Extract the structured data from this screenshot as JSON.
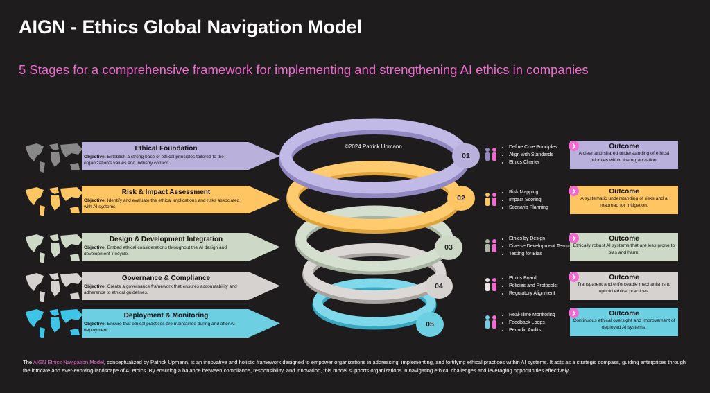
{
  "header": {
    "title": "AIGN - Ethics Global Navigation Model",
    "subtitle": "5 Stages for a comprehensive framework for implementing and strengthening AI ethics in companies"
  },
  "copyright": "©2024 Patrick Upmann",
  "colors": {
    "background": "#1e1c1d",
    "accent": "#f06bd0",
    "stage1": "#b9b1dc",
    "stage2": "#ffc562",
    "stage3": "#cdd8c7",
    "stage4": "#d6d2cf",
    "stage5": "#6ccfe2"
  },
  "stages": [
    {
      "number": "01",
      "title": "Ethical Foundation",
      "objective_label": "Objective:",
      "objective": "Establish a strong base of ethical principles tailored to the organization's values and industry context.",
      "bullets": [
        "Define Core Principles",
        "Align with Standards",
        "Ethics Charter"
      ],
      "outcome_title": "Outcome",
      "outcome_text": "A clear and shared understanding of ethical priorities within the organization.",
      "icon": "people-icon"
    },
    {
      "number": "02",
      "title": "Risk & Impact Assessment",
      "objective_label": "Objective:",
      "objective": "Identify and evaluate the ethical implications and risks associated with AI systems.",
      "bullets": [
        "Risk Mapping",
        "Impact Scoring",
        "Scenario Planning"
      ],
      "outcome_title": "Outcome",
      "outcome_text": "A systematic understanding of risks and a roadmap for mitigation.",
      "icon": "people-icon"
    },
    {
      "number": "03",
      "title": "Design &  Development Integration",
      "objective_label": "Objective:",
      "objective": "Embed ethical considerations throughout the AI design and development lifecycle.",
      "bullets": [
        "Ethics by Design",
        "Diverse Development Teams",
        "Testing for Bias"
      ],
      "outcome_title": "Outcome",
      "outcome_text": "Ethically robust AI systems that are less prone to bias and harm.",
      "icon": "people-icon"
    },
    {
      "number": "04",
      "title": "Governance & Compliance",
      "objective_label": "Objective:",
      "objective": "Create a governance framework that ensures accountability and adherence to ethical guidelines.",
      "bullets": [
        "Ethics Board",
        "Policies and Protocols:",
        "Regulatory Alignment"
      ],
      "outcome_title": "Outcome",
      "outcome_text": "Transparent and enforceable mechanisms to uphold ethical practices.",
      "icon": "people-icon"
    },
    {
      "number": "05",
      "title": "Deployment & Monitoring",
      "objective_label": "Objective:",
      "objective": "Ensure that ethical practices are maintained during and after AI deployment.",
      "bullets": [
        "Real-Time Monitoring",
        "Feedback Loops",
        "Periodic Audits"
      ],
      "outcome_title": "Outcome",
      "outcome_text": "Continuous ethical oversight and improvement of deployed AI systems.",
      "icon": "people-icon"
    }
  ],
  "footer": {
    "prefix": "The ",
    "highlight": "AIGN Ethics Navigation Model",
    "text": ", conceptualized by Patrick Upmann, is an innovative and holistic framework designed to empower organizations in addressing, implementing, and fortifying ethical practices within AI systems. It acts as a strategic compass, guiding enterprises through the intricate and ever-evolving landscape of AI ethics. By ensuring a balance between compliance, responsibility, and innovation, this model supports organizations in navigating ethical challenges and leveraging opportunities effectively."
  }
}
